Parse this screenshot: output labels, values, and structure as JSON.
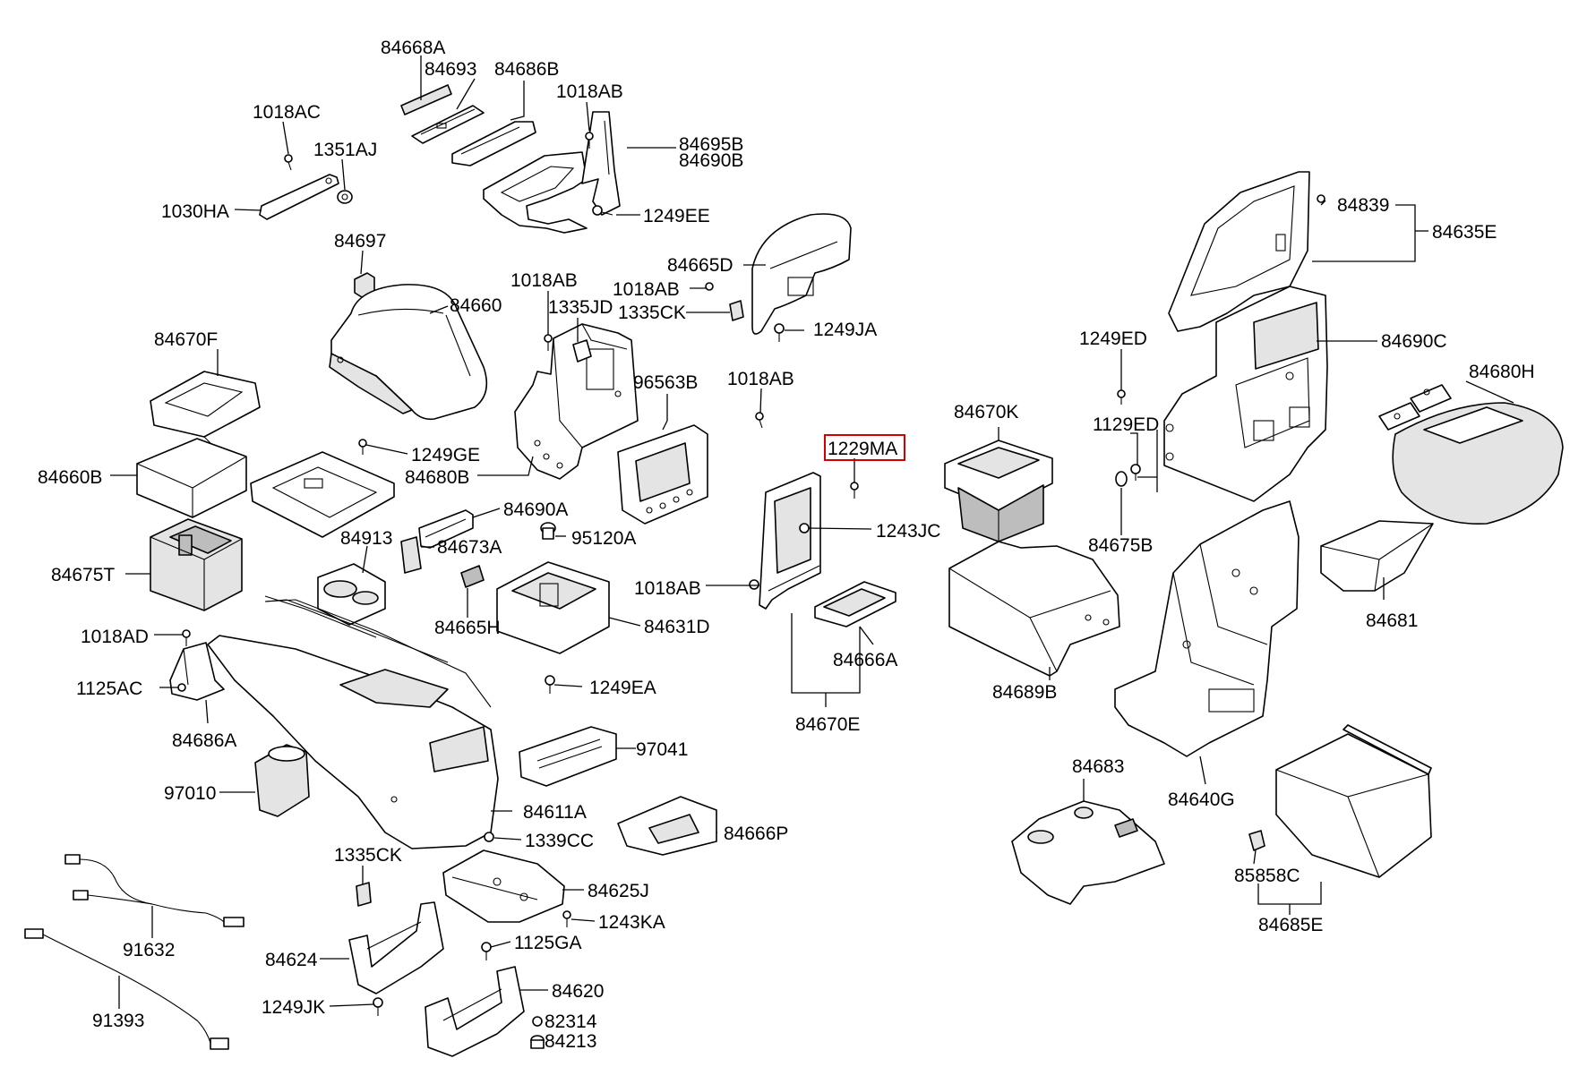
{
  "diagram": {
    "highlight_color": "#d40000",
    "highlighted_part": "1229MA",
    "labels": {
      "p84668A": "84668A",
      "p84693": "84693",
      "p84686B": "84686B",
      "p1018AC": "1018AC",
      "p1018AB_top": "1018AB",
      "p1351AJ": "1351AJ",
      "p84695B": "84695B",
      "p84690B": "84690B",
      "p1030HA": "1030HA",
      "p1249EE": "1249EE",
      "p84839": "84839",
      "p84635E": "84635E",
      "p84697": "84697",
      "p84665D": "84665D",
      "p1018AB_a": "1018AB",
      "p1018AB_b": "1018AB",
      "p84660": "84660",
      "p1335JD": "1335JD",
      "p1335CK_top": "1335CK",
      "p1249JA": "1249JA",
      "p84670F": "84670F",
      "p1249ED": "1249ED",
      "p84690C": "84690C",
      "p96563B": "96563B",
      "p1018AB_c": "1018AB",
      "p84680H": "84680H",
      "p84670K": "84670K",
      "p1129ED": "1129ED",
      "p1229MA": "1229MA",
      "p1249GE": "1249GE",
      "p84660B": "84660B",
      "p84680B": "84680B",
      "p84690A": "84690A",
      "p84913": "84913",
      "p84673A": "84673A",
      "p95120A": "95120A",
      "p1243JC": "1243JC",
      "p84675B": "84675B",
      "p84675T": "84675T",
      "p1018AB_d": "1018AB",
      "p84681": "84681",
      "p84665H": "84665H",
      "p84631D": "84631D",
      "p1018AD": "1018AD",
      "p84666A": "84666A",
      "p84689B": "84689B",
      "p1125AC": "1125AC",
      "p1249EA": "1249EA",
      "p84670E": "84670E",
      "p84686A": "84686A",
      "p97041": "97041",
      "p84683": "84683",
      "p97010": "97010",
      "p84640G": "84640G",
      "p84611A": "84611A",
      "p84666P": "84666P",
      "p1339CC": "1339CC",
      "p1335CK_bot": "1335CK",
      "p85858C": "85858C",
      "p84625J": "84625J",
      "p1243KA": "1243KA",
      "p84685E": "84685E",
      "p91632": "91632",
      "p84624": "84624",
      "p1125GA": "1125GA",
      "p84620": "84620",
      "p91393": "91393",
      "p1249JK": "1249JK",
      "p82314": "82314",
      "p84213": "84213"
    }
  }
}
